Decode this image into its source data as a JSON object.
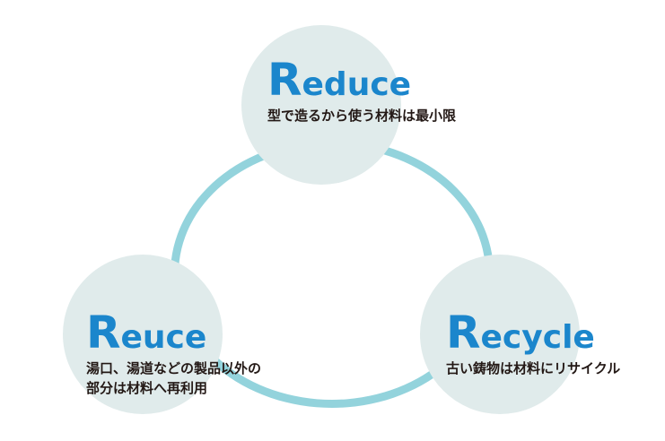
{
  "colors": {
    "title": "#1b86cc",
    "ring": "#93d3dc",
    "circle_fill": "#e0ebeb",
    "body_text": "#231815"
  },
  "nodes": {
    "reduce": {
      "title_cap": "R",
      "title_rest": "educe",
      "description": "型で造るから使う材料は最小限"
    },
    "reuce": {
      "title_cap": "R",
      "title_rest": "euce",
      "description_line1": "湯口、湯道などの製品以外の",
      "description_line2": "部分は材料へ再利用"
    },
    "recycle": {
      "title_cap": "R",
      "title_rest": "ecycle",
      "description": "古い鋳物は材料にリサイクル"
    }
  }
}
